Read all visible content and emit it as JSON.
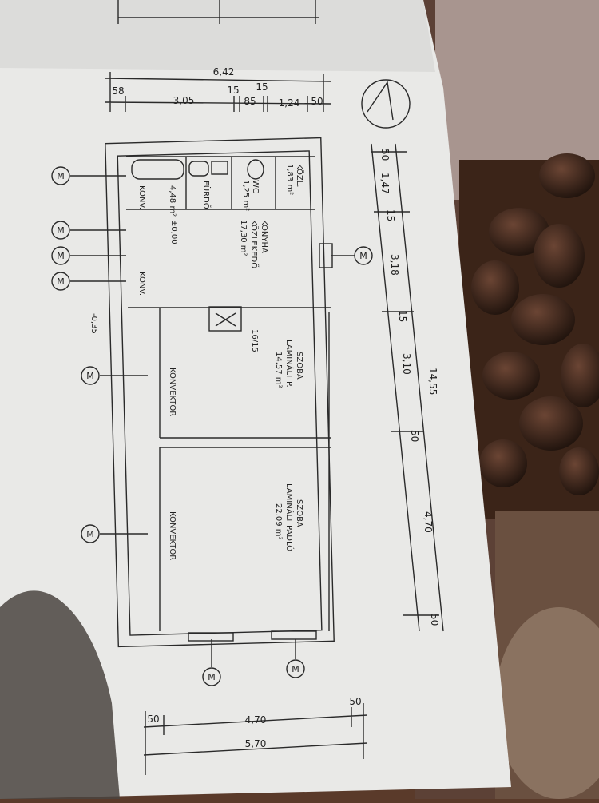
{
  "colors": {
    "paper": "#e9e9e7",
    "ink": "#2a2a2a",
    "coffee": "#3b2418",
    "fabric": "#a8958f"
  },
  "top_dims": {
    "overall": "6,42",
    "segments": [
      "58",
      "3,05",
      "15",
      "85",
      "15",
      "1,24",
      "50"
    ]
  },
  "right_dims": {
    "overall": "14,55",
    "segments": [
      "50",
      "1,47",
      "15",
      "3,18",
      "15",
      "3,10",
      "50",
      "4,70",
      "50"
    ]
  },
  "bottom_dims": {
    "segments": [
      "50",
      "4,70",
      "50"
    ],
    "overall": "5,70"
  },
  "rooms": {
    "bath": {
      "name": "FÜRDŐ",
      "area": "4,48 m²"
    },
    "wc": {
      "name": "WC",
      "area": "1,25 m²"
    },
    "hall": {
      "name": "KÖZL.",
      "area": "1,83 m²"
    },
    "kitchen": {
      "name": "KONYHA",
      "subtitle": "KÖZLEKEDŐ",
      "area": "17,30 m²"
    },
    "room1": {
      "name": "SZOBA",
      "floor": "LAMINÁLT P.",
      "area": "14,57 m²"
    },
    "room2": {
      "name": "SZOBA",
      "floor": "LAMINÁLT PADLÓ",
      "area": "22,09 m²"
    }
  },
  "annotations": {
    "level_zero": "±0,00",
    "level_minus": "-0,35",
    "chimney": "16/15",
    "konv": "KONV.",
    "konv2": "KONV.",
    "convector1": "KONVEKTOR",
    "convector2": "KONVEKTOR",
    "marker": "M"
  }
}
